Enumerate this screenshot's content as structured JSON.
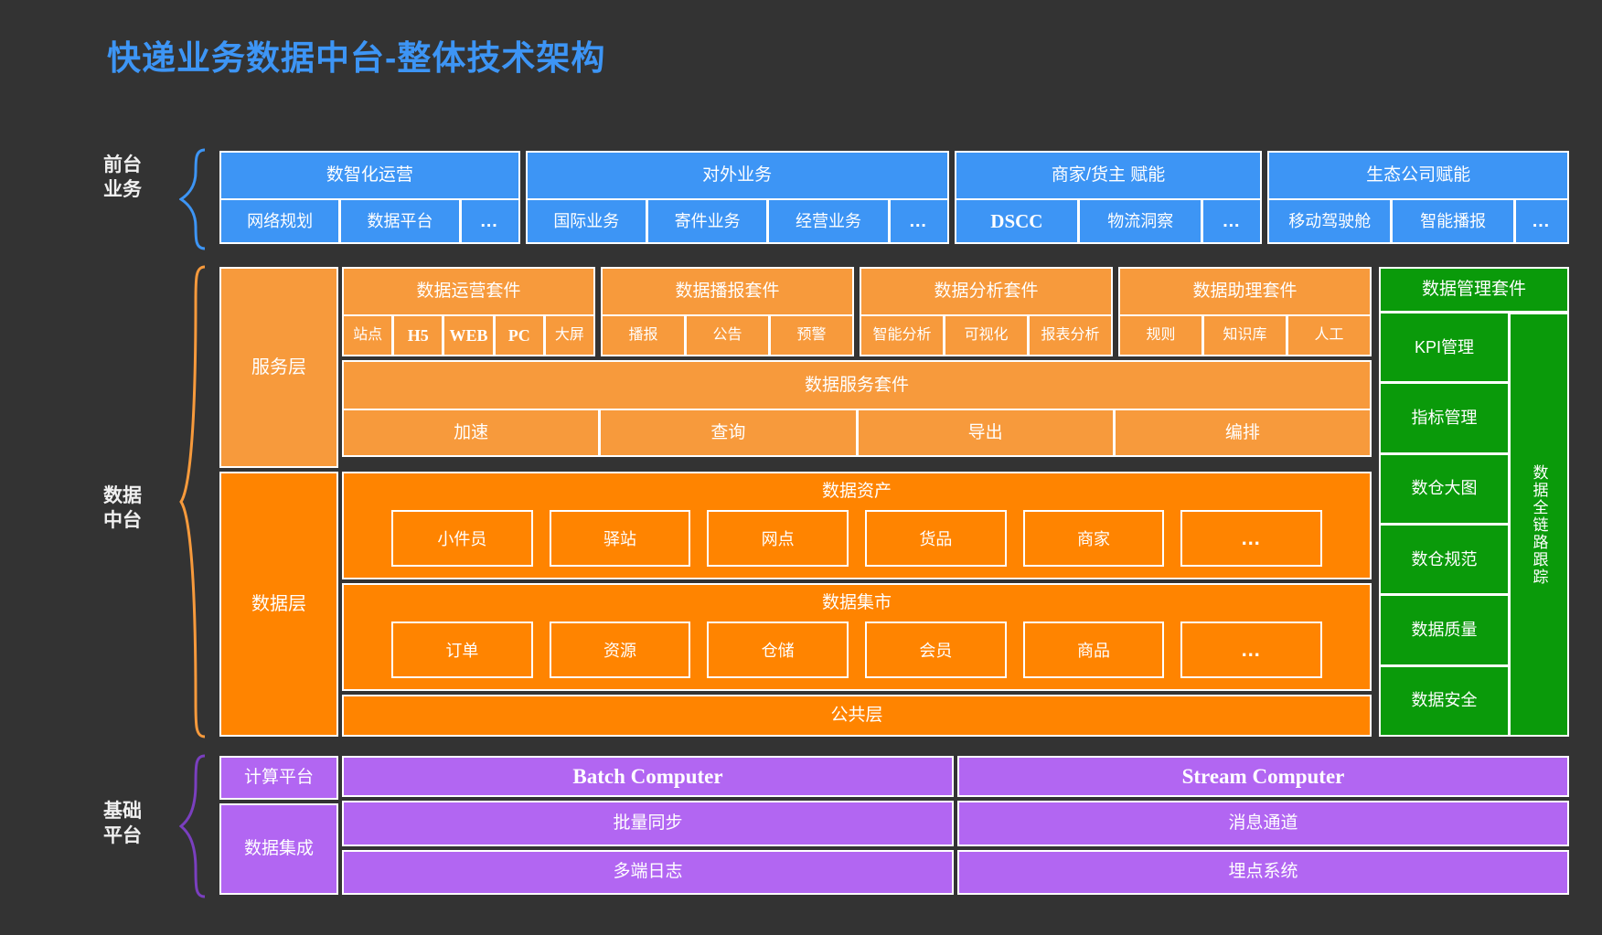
{
  "title": "快递业务数据中台-整体技术架构",
  "colors": {
    "background": "#333333",
    "title": "#3d95f5",
    "front_blue": "#3d95f5",
    "service_orange": "#f79a3c",
    "data_orange": "#ff8400",
    "manage_green": "#0a9a0a",
    "infra_purple": "#b266f2",
    "border": "#ffffff"
  },
  "axis_labels": {
    "front": "前台\n业务",
    "middle": "数据\n中台",
    "infra": "基础\n平台"
  },
  "front_business": {
    "groups": [
      {
        "title": "数智化运营",
        "items": [
          "网络规划",
          "数据平台",
          "…"
        ]
      },
      {
        "title": "对外业务",
        "items": [
          "国际业务",
          "寄件业务",
          "经营业务",
          "…"
        ]
      },
      {
        "title": "商家/货主 赋能",
        "items": [
          "DSCC",
          "物流洞察",
          "…"
        ]
      },
      {
        "title": "生态公司赋能",
        "items": [
          "移动驾驶舱",
          "智能播报",
          "…"
        ]
      }
    ]
  },
  "service_layer": {
    "label": "服务层",
    "suites": [
      {
        "title": "数据运营套件",
        "items": [
          "站点",
          "H5",
          "WEB",
          "PC",
          "大屏"
        ]
      },
      {
        "title": "数据播报套件",
        "items": [
          "播报",
          "公告",
          "预警"
        ]
      },
      {
        "title": "数据分析套件",
        "items": [
          "智能分析",
          "可视化",
          "报表分析"
        ]
      },
      {
        "title": "数据助理套件",
        "items": [
          "规则",
          "知识库",
          "人工"
        ]
      }
    ],
    "service_suite": {
      "title": "数据服务套件",
      "items": [
        "加速",
        "查询",
        "导出",
        "编排"
      ]
    }
  },
  "data_layer": {
    "label": "数据层",
    "groups": [
      {
        "title": "数据资产",
        "items": [
          "小件员",
          "驿站",
          "网点",
          "货品",
          "商家",
          "…"
        ]
      },
      {
        "title": "数据集市",
        "items": [
          "订单",
          "资源",
          "仓储",
          "会员",
          "商品",
          "…"
        ]
      }
    ],
    "public_layer": "公共层"
  },
  "manage_column": {
    "title": "数据管理套件",
    "items": [
      "KPI管理",
      "指标管理",
      "数仓大图",
      "数仓规范",
      "数据质量",
      "数据安全"
    ],
    "vertical": "数据全链路跟踪"
  },
  "infra": {
    "compute_label": "计算平台",
    "integration_label": "数据集成",
    "rows": [
      [
        "Batch Computer",
        "Stream Computer"
      ],
      [
        "批量同步",
        "消息通道"
      ],
      [
        "多端日志",
        "埋点系统"
      ]
    ]
  }
}
